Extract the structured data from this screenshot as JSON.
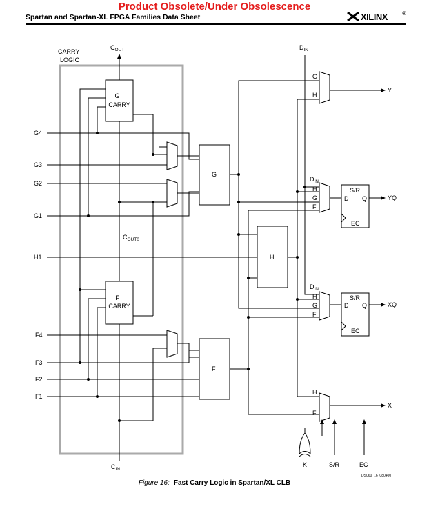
{
  "header": {
    "banner": "Product Obsolete/Under Obsolescence",
    "doc_title": "Spartan and Spartan-XL FPGA Families Data Sheet",
    "logo_text": "XILINX",
    "logo_mark": "®"
  },
  "diagram": {
    "carry_logic_label_1": "CARRY",
    "carry_logic_label_2": "LOGIC",
    "cout": "C",
    "cout_sub": "OUT",
    "cout0": "C",
    "cout0_sub": "OUT0",
    "cin": "C",
    "cin_sub": "IN",
    "g_carry_1": "G",
    "g_carry_2": "CARRY",
    "f_carry_1": "F",
    "f_carry_2": "CARRY",
    "inputs": [
      "G4",
      "G3",
      "G2",
      "G1",
      "H1",
      "F4",
      "F3",
      "F2",
      "F1"
    ],
    "lut_g": "G",
    "lut_h": "H",
    "lut_f": "F",
    "din": "D",
    "din_sub": "IN",
    "mux_labels": {
      "g": "G",
      "h": "H",
      "f": "F"
    },
    "ff_sr": "S/R",
    "ff_d": "D",
    "ff_q": "Q",
    "ff_ec": "EC",
    "outputs": {
      "y": "Y",
      "yq": "YQ",
      "xq": "XQ",
      "x": "X"
    },
    "bottom_labels": {
      "k": "K",
      "sr": "S/R",
      "ec": "EC"
    },
    "code": "DS060_16_080400"
  },
  "caption": {
    "figure": "Figure 16:",
    "title": "Fast Carry Logic in Spartan/XL CLB"
  }
}
